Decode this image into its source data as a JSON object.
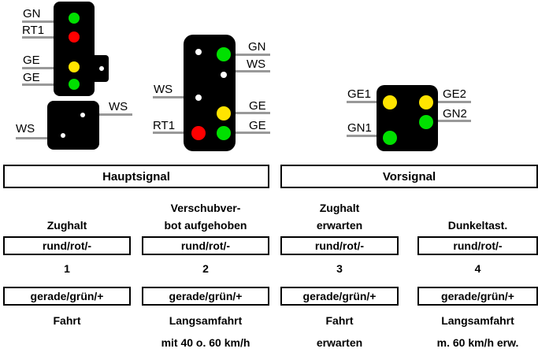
{
  "hauptsignal_a": {
    "labels": [
      "GN",
      "RT1",
      "GE",
      "GE",
      "WS",
      "WS"
    ]
  },
  "hauptsignal_b": {
    "labels": [
      "GN",
      "WS",
      "WS",
      "GE",
      "RT1",
      "GE"
    ]
  },
  "vorsignal": {
    "labels": [
      "GE1",
      "GE2",
      "GN2",
      "GN1"
    ]
  },
  "headers": {
    "haupt": "Hauptsignal",
    "vor": "Vorsignal"
  },
  "columns": [
    {
      "title_l1": "",
      "title_l2": "Zughalt",
      "top_box": "rund/rot/-",
      "number": "1",
      "bottom_box": "gerade/grün/+",
      "desc_l1": "Fahrt",
      "desc_l2": ""
    },
    {
      "title_l1": "Verschubver-",
      "title_l2": "bot aufgehoben",
      "top_box": "rund/rot/-",
      "number": "2",
      "bottom_box": "gerade/grün/+",
      "desc_l1": "Langsamfahrt",
      "desc_l2": "mit 40 o. 60 km/h"
    },
    {
      "title_l1": "Zughalt",
      "title_l2": "erwarten",
      "top_box": "rund/rot/-",
      "number": "3",
      "bottom_box": "gerade/grün/+",
      "desc_l1": "Fahrt",
      "desc_l2": "erwarten"
    },
    {
      "title_l1": "",
      "title_l2": "Dunkeltast.",
      "top_box": "rund/rot/-",
      "number": "4",
      "bottom_box": "gerade/grün/+",
      "desc_l1": "Langsamfahrt",
      "desc_l2": "m. 60 km/h erw."
    }
  ],
  "colors": {
    "green": "#00e000",
    "red": "#ff0000",
    "yellow": "#ffe400",
    "white": "#ffffff",
    "signal_body": "#000000",
    "rail": "#999999"
  }
}
